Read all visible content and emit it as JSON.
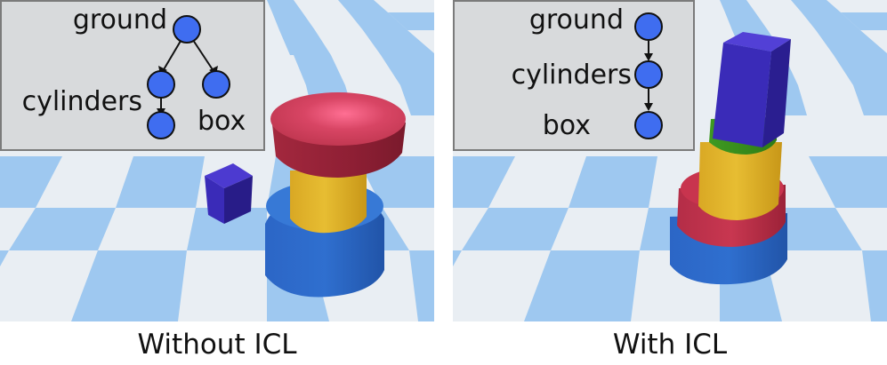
{
  "panels": [
    {
      "caption": "Without ICL",
      "tree_labels": {
        "root": "ground",
        "left_child": "cylinders",
        "grandchild_label": "box"
      }
    },
    {
      "caption": "With ICL",
      "tree_labels": {
        "root": "ground",
        "middle": "cylinders",
        "leaf": "box"
      }
    }
  ],
  "colors": {
    "node": "#3f6df0",
    "floor_light": "#e8eef4",
    "floor_dark": "#9ec8f0",
    "cylinder_blue": "#2f6cc8",
    "cylinder_yellow": "#e2b62a",
    "cylinder_red": "#c8344e",
    "cylinder_green": "#3d9a20",
    "box_purple": "#3a2bb8"
  }
}
